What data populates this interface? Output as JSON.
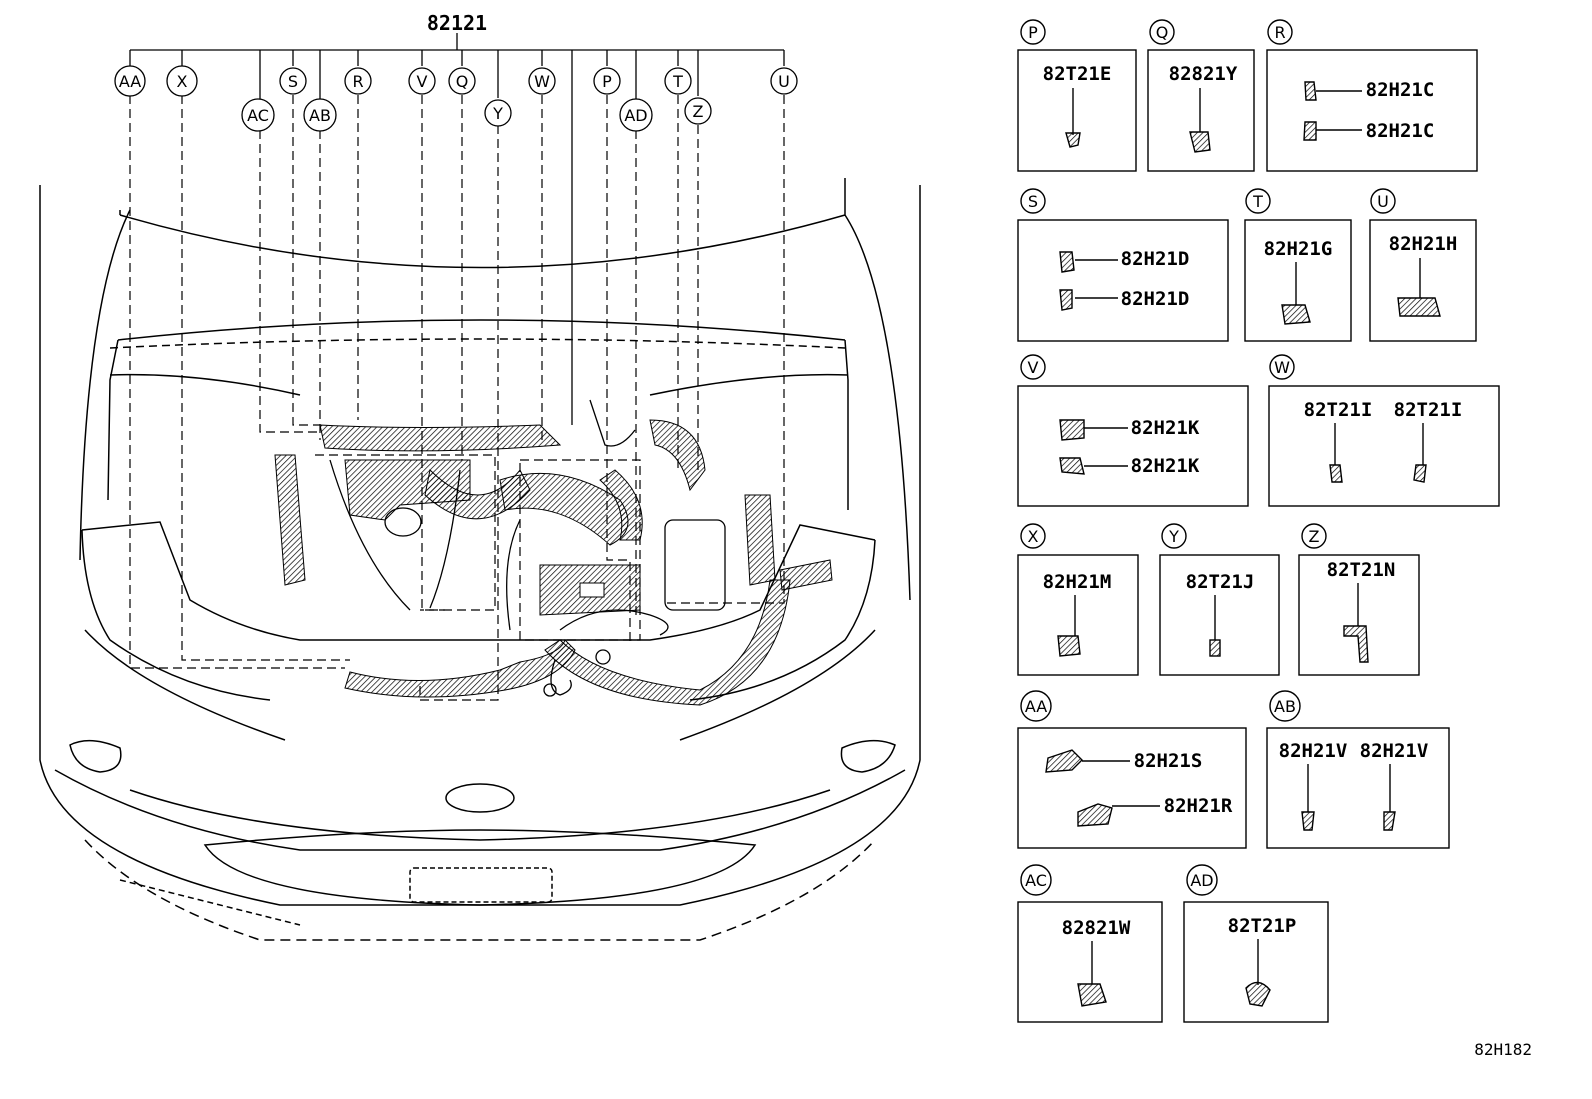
{
  "main_part_number": "82121",
  "diagram_ref": "82H182",
  "callouts_top": [
    "AA",
    "X",
    "AC",
    "S",
    "AB",
    "R",
    "V",
    "Q",
    "Y",
    "W",
    "P",
    "AD",
    "T",
    "Z",
    "U"
  ],
  "detail_boxes": [
    {
      "letter": "P",
      "parts": [
        "82T21E"
      ]
    },
    {
      "letter": "Q",
      "parts": [
        "82821Y"
      ]
    },
    {
      "letter": "R",
      "parts": [
        "82H21C",
        "82H21C"
      ]
    },
    {
      "letter": "S",
      "parts": [
        "82H21D",
        "82H21D"
      ]
    },
    {
      "letter": "T",
      "parts": [
        "82H21G"
      ]
    },
    {
      "letter": "U",
      "parts": [
        "82H21H"
      ]
    },
    {
      "letter": "V",
      "parts": [
        "82H21K",
        "82H21K"
      ]
    },
    {
      "letter": "W",
      "parts": [
        "82T21I",
        "82T21I"
      ]
    },
    {
      "letter": "X",
      "parts": [
        "82H21M"
      ]
    },
    {
      "letter": "Y",
      "parts": [
        "82T21J"
      ]
    },
    {
      "letter": "Z",
      "parts": [
        "82T21N"
      ]
    },
    {
      "letter": "AA",
      "parts": [
        "82H21S",
        "82H21R"
      ]
    },
    {
      "letter": "AB",
      "parts": [
        "82H21V",
        "82H21V"
      ]
    },
    {
      "letter": "AC",
      "parts": [
        "82821W"
      ]
    },
    {
      "letter": "AD",
      "parts": [
        "82T21P"
      ]
    }
  ]
}
